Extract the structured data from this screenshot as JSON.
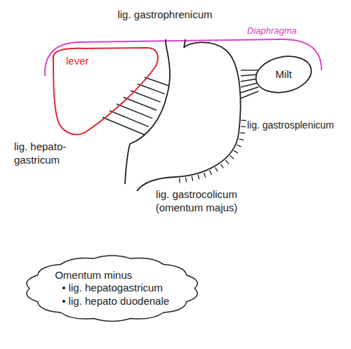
{
  "diagram": {
    "nodes": [
      {
        "text": [
          "lever"
        ]
      },
      {
        "text": [
          "Milt"
        ]
      },
      {
        "text": [
          "Omentum minus",
          "• lig. hepatogastricum",
          "• lig. hepato duodenale"
        ]
      }
    ],
    "labels": [
      "lig. gastrophrenicum",
      "Diaphragma",
      "lig. hepato- gastricum",
      "lig. gastrosplenicum",
      "lig. gastrocolicum (omentum majus)"
    ]
  }
}
